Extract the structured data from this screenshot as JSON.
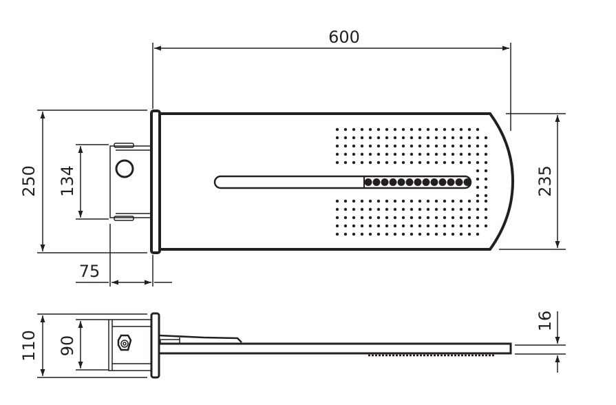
{
  "colors": {
    "line": "#231f20",
    "background": "#ffffff"
  },
  "dimensions": {
    "width": "600",
    "height_total": "250",
    "box_height": "134",
    "plate_height": "235",
    "box_depth": "75",
    "side_total": "110",
    "side_box": "90",
    "plate_thickness": "16"
  },
  "nozzles": {
    "slot_jet_count": 13
  }
}
